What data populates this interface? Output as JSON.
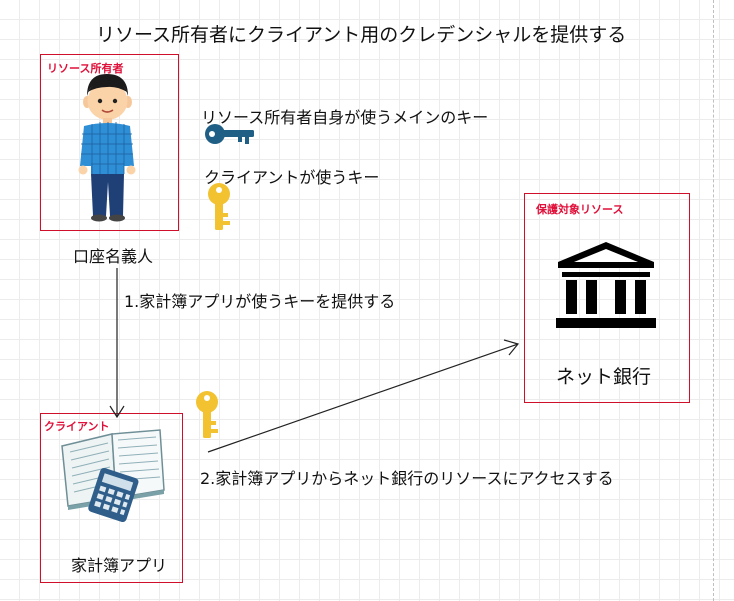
{
  "title": "リソース所有者にクライアント用のクレデンシャルを提供する",
  "owner": {
    "box_label": "リソース所有者",
    "caption": "口座名義人"
  },
  "keys": {
    "main_key_label": "リソース所有者自身が使うメインのキー",
    "client_key_label": "クライアントが使うキー"
  },
  "resource": {
    "box_label": "保護対象リソース",
    "caption": "ネット銀行"
  },
  "client": {
    "box_label": "クライアント",
    "caption": "家計簿アプリ"
  },
  "steps": {
    "step1": "1.家計簿アプリが使うキーを提供する",
    "step2": "2.家計簿アプリからネット銀行のリソースにアクセスする"
  },
  "colors": {
    "box_border": "#d0102a",
    "box_label": "#e0103a",
    "main_key": "#1f5f86",
    "client_key": "#f2c230",
    "person_shirt": "#2f8fd6",
    "person_pants": "#1f3f77",
    "building": "#000000"
  },
  "icons": {
    "owner": "person-illustration",
    "main_key": "blue-key-icon",
    "client_key": "gold-key-icon",
    "resource": "bank-building-icon",
    "client": "ledger-calculator-illustration"
  }
}
